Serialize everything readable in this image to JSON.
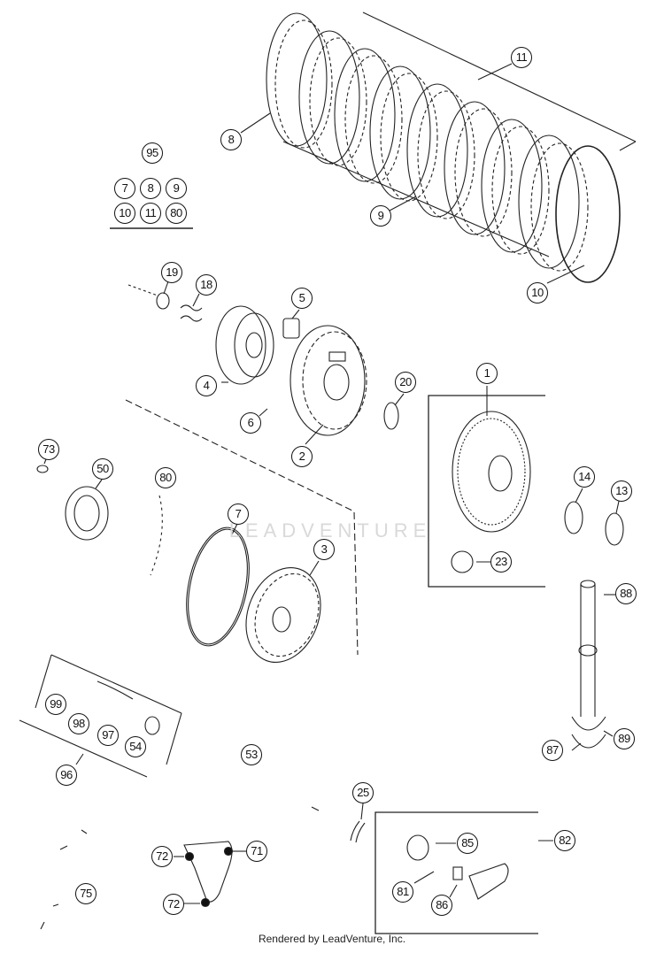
{
  "watermark": "LEADVENTURE",
  "footer": "Rendered by LeadVenture, Inc.",
  "callouts": {
    "c95": "95",
    "c7a": "7",
    "c8a": "8",
    "c9a": "9",
    "c10a": "10",
    "c11a": "11",
    "c80a": "80",
    "c8": "8",
    "c11": "11",
    "c9": "9",
    "c10": "10",
    "c19": "19",
    "c18": "18",
    "c5": "5",
    "c4": "4",
    "c6": "6",
    "c2": "2",
    "c20": "20",
    "c1": "1",
    "c73": "73",
    "c50": "50",
    "c80": "80",
    "c7": "7",
    "c3": "3",
    "c14": "14",
    "c13": "13",
    "c23": "23",
    "c88": "88",
    "c99": "99",
    "c98": "98",
    "c97": "97",
    "c54": "54",
    "c96": "96",
    "c53": "53",
    "c87": "87",
    "c89": "89",
    "c25": "25",
    "c82": "82",
    "c85": "85",
    "c81": "81",
    "c86": "86",
    "c72a": "72",
    "c71": "71",
    "c72b": "72",
    "c75": "75"
  }
}
